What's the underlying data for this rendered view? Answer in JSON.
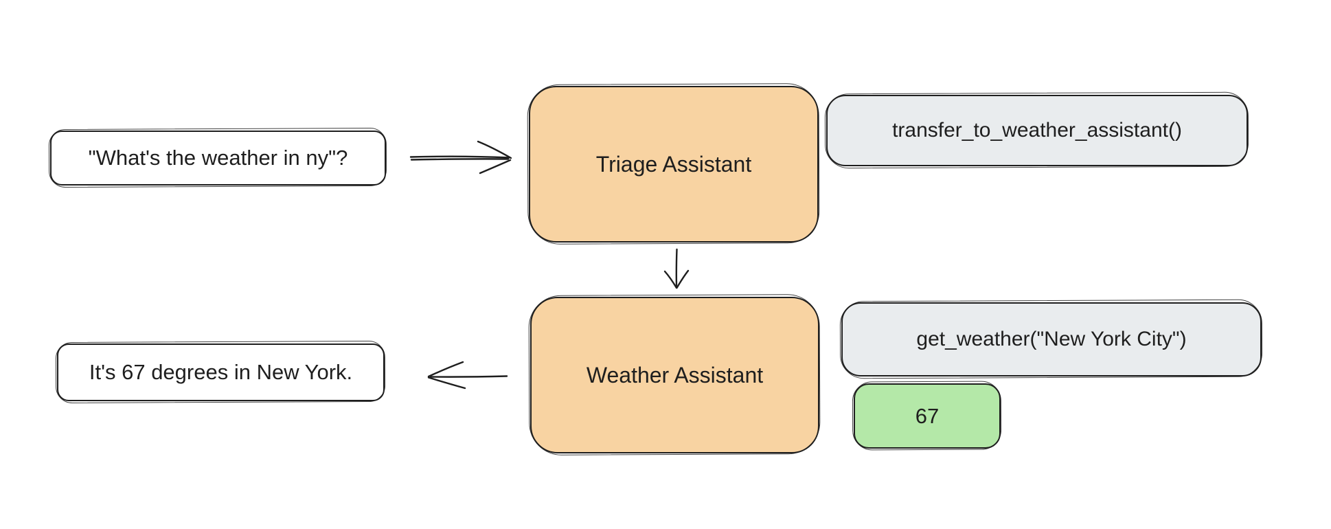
{
  "diagram": {
    "title": "agent handoff flow",
    "background": "#ffffff",
    "colors": {
      "stroke": "#1e1e1e",
      "agent_fill": "#f8d3a2",
      "tool_fill": "#e9ecee",
      "result_fill": "#b4e8a8",
      "message_fill": "#ffffff"
    },
    "nodes": {
      "user_query": {
        "type": "message",
        "label": "\"What's the weather in ny\"?"
      },
      "triage_agent": {
        "type": "agent",
        "label": "Triage Assistant"
      },
      "transfer_call": {
        "type": "tool",
        "label": "transfer_to_weather_assistant()"
      },
      "weather_agent": {
        "type": "agent",
        "label": "Weather Assistant"
      },
      "tool_call": {
        "type": "tool",
        "label": "get_weather(\"New York City\")"
      },
      "tool_result": {
        "type": "result",
        "label": "67"
      },
      "final_answer": {
        "type": "message",
        "label": "It's 67 degrees in New York."
      }
    },
    "edges": [
      {
        "from": "user_query",
        "to": "triage_agent",
        "direction": "right"
      },
      {
        "from": "triage_agent",
        "to": "weather_agent",
        "direction": "down"
      },
      {
        "from": "weather_agent",
        "to": "final_answer",
        "direction": "left"
      }
    ]
  }
}
